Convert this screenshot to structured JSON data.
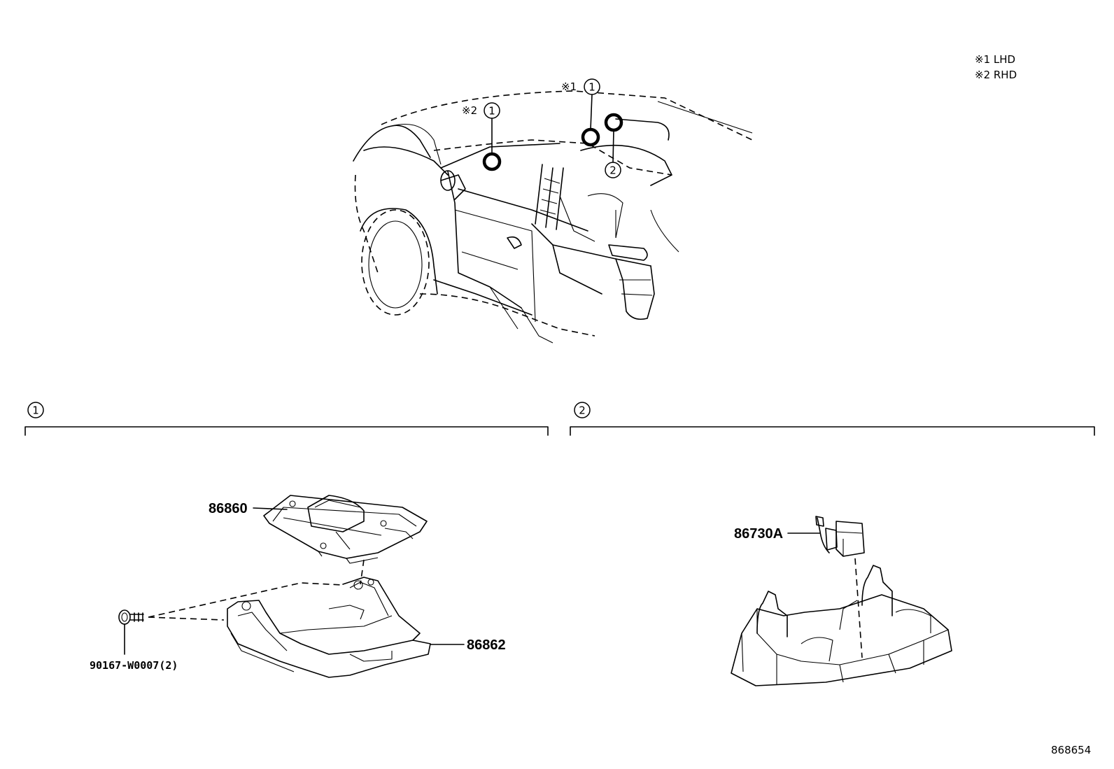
{
  "notes": {
    "lhd": "※1 LHD",
    "rhd": "※2 RHD"
  },
  "overview": {
    "mark_1": "※1",
    "mark_2": "※2",
    "callout_1": "1",
    "callout_2": "2"
  },
  "sections": [
    {
      "number": "1"
    },
    {
      "number": "2"
    }
  ],
  "parts": {
    "p86860": "86860",
    "p86862": "86862",
    "p90167": "90167-W0007(2)",
    "p86730A": "86730A"
  },
  "illustration_id": "868654"
}
